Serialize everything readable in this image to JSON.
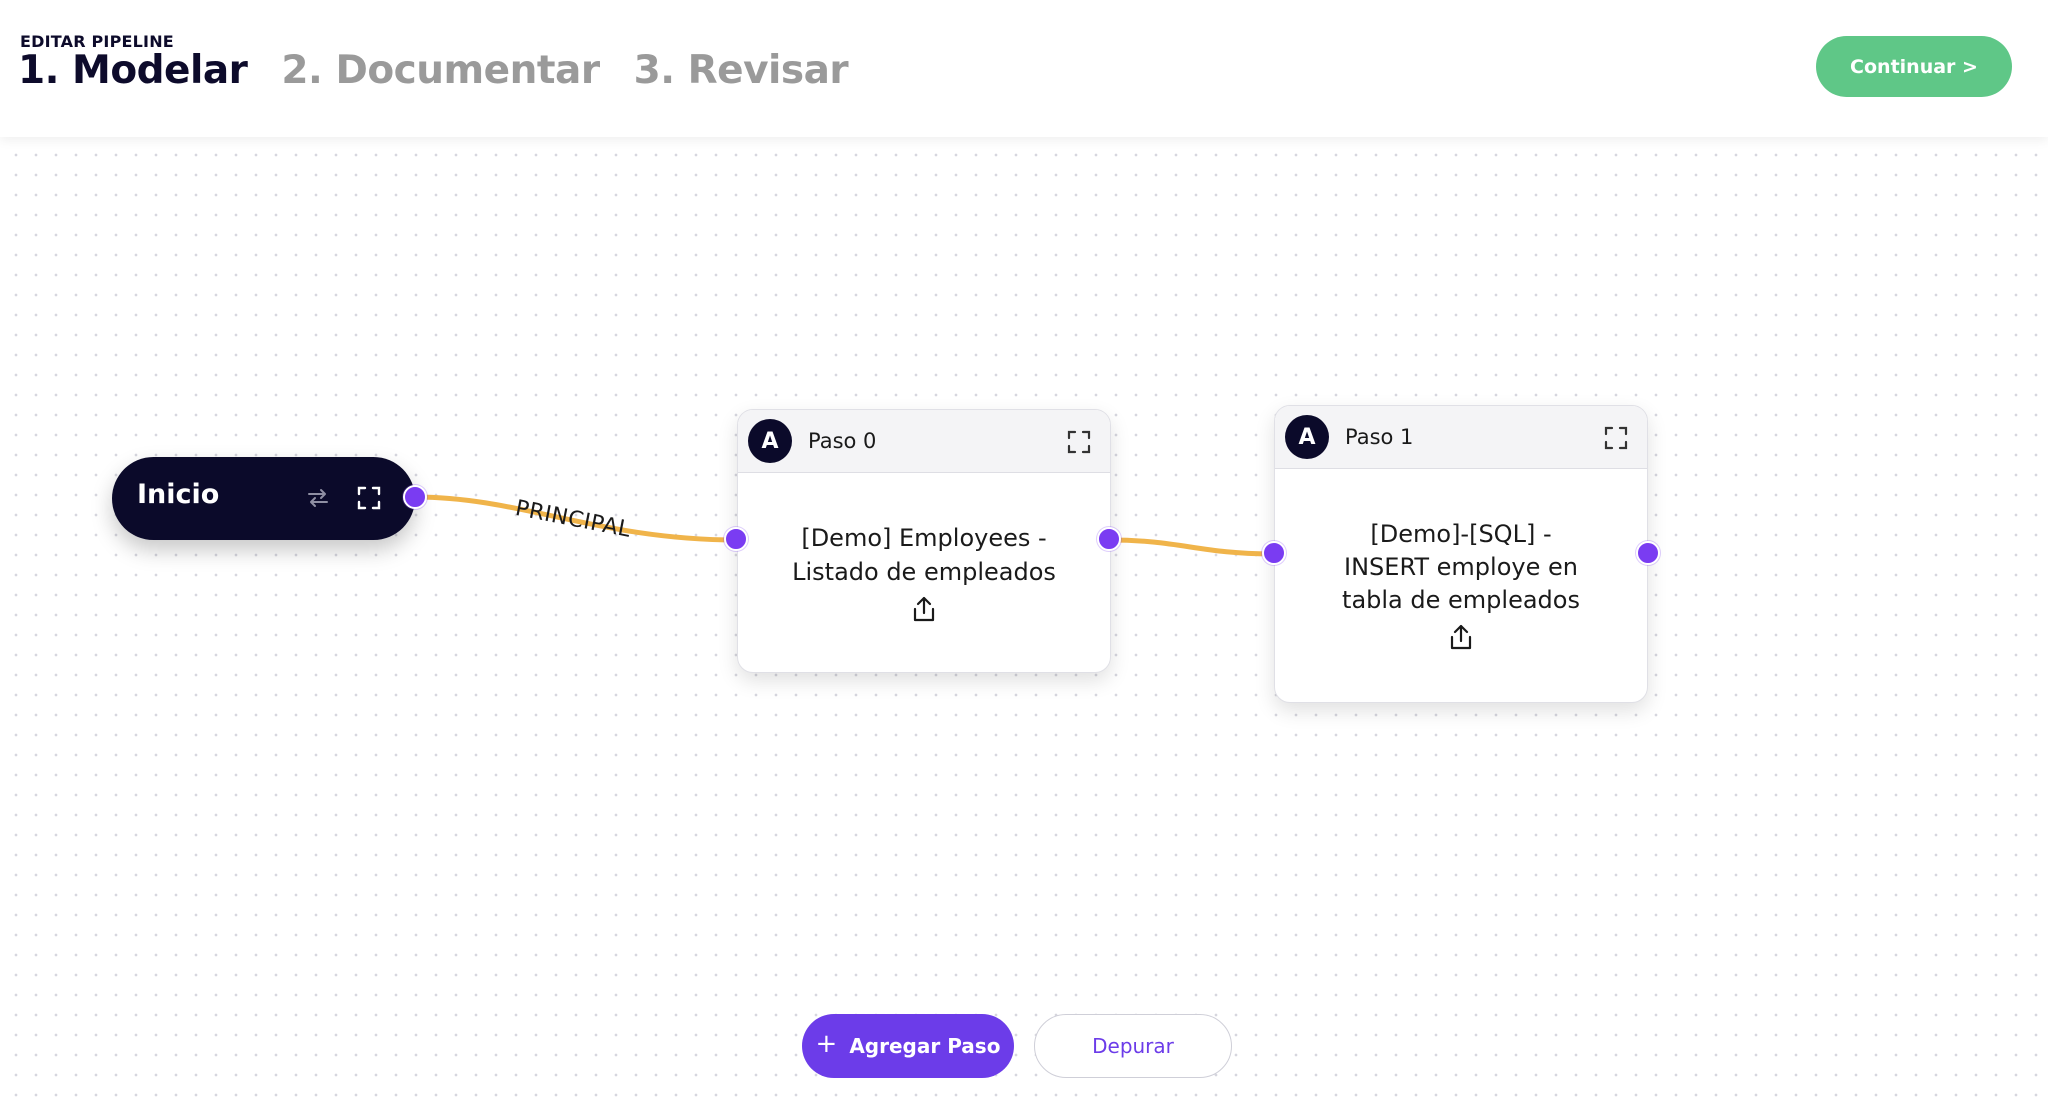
{
  "header": {
    "eyebrow": "EDITAR PIPELINE",
    "steps": [
      {
        "label": "1. Modelar",
        "active": true
      },
      {
        "label": "2. Documentar",
        "active": false
      },
      {
        "label": "3. Revisar",
        "active": false
      }
    ],
    "continue_label": "Continuar >"
  },
  "canvas": {
    "start_node": {
      "label": "Inicio",
      "icons": [
        "swap-arrows-icon",
        "expand-icon"
      ]
    },
    "edges": [
      {
        "from": "Inicio",
        "to": "Paso 0",
        "label": "PRINCIPAL",
        "color": "#f0b44a"
      },
      {
        "from": "Paso 0",
        "to": "Paso 1",
        "label": "",
        "color": "#f0b44a"
      }
    ],
    "steps": [
      {
        "avatar": "A",
        "title": "Paso 0",
        "lines": [
          "[Demo] Employees -",
          "Listado de empleados"
        ],
        "icon": "upload-icon"
      },
      {
        "avatar": "A",
        "title": "Paso 1",
        "lines": [
          "[Demo]-[SQL] -",
          "INSERT employe en",
          "tabla de empleados"
        ],
        "icon": "upload-icon"
      }
    ]
  },
  "footer": {
    "add_step_label": "Agregar Paso",
    "add_step_icon": "plus-icon",
    "debug_label": "Depurar"
  },
  "colors": {
    "brand_dark": "#0b0a2a",
    "accent_purple": "#6c3ce9",
    "port_purple": "#7a3cf2",
    "success_green": "#5fc787",
    "edge_orange": "#f0b44a"
  }
}
